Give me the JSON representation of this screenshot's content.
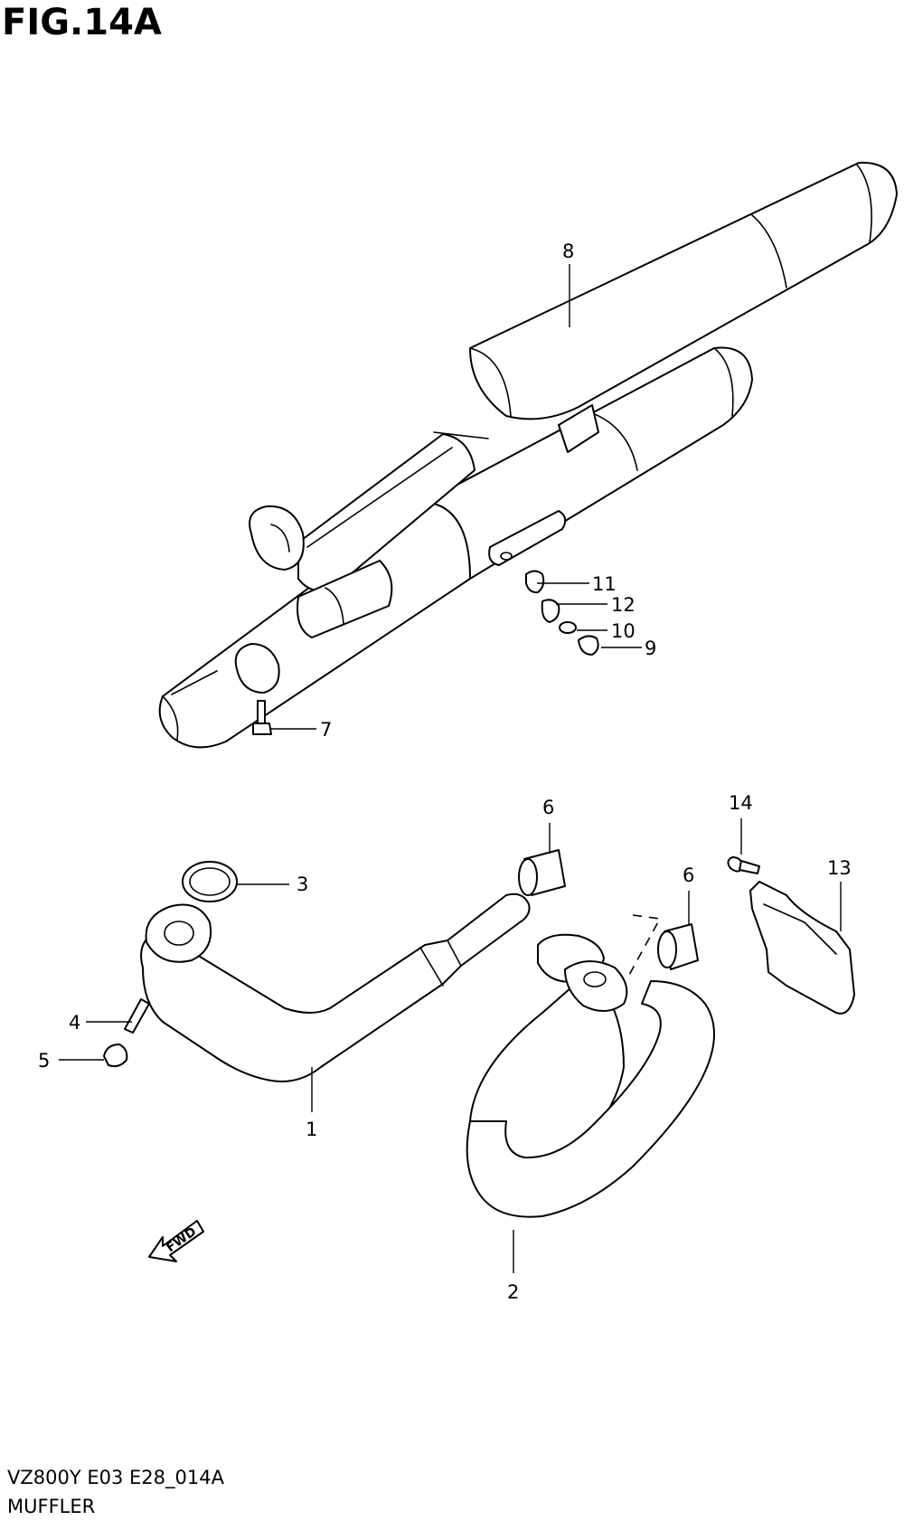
{
  "figure": {
    "title": "FIG.14A",
    "model_code": "VZ800Y E03 E28_014A",
    "section_name": "MUFFLER"
  },
  "orientation": {
    "arrow_label": "FWD"
  },
  "callouts": [
    {
      "id": "1",
      "label": "1"
    },
    {
      "id": "2",
      "label": "2"
    },
    {
      "id": "3",
      "label": "3"
    },
    {
      "id": "4",
      "label": "4"
    },
    {
      "id": "5",
      "label": "5"
    },
    {
      "id": "6a",
      "label": "6"
    },
    {
      "id": "6b",
      "label": "6"
    },
    {
      "id": "7",
      "label": "7"
    },
    {
      "id": "8",
      "label": "8"
    },
    {
      "id": "9",
      "label": "9"
    },
    {
      "id": "10",
      "label": "10"
    },
    {
      "id": "11",
      "label": "11"
    },
    {
      "id": "12",
      "label": "12"
    },
    {
      "id": "13",
      "label": "13"
    },
    {
      "id": "14",
      "label": "14"
    }
  ]
}
